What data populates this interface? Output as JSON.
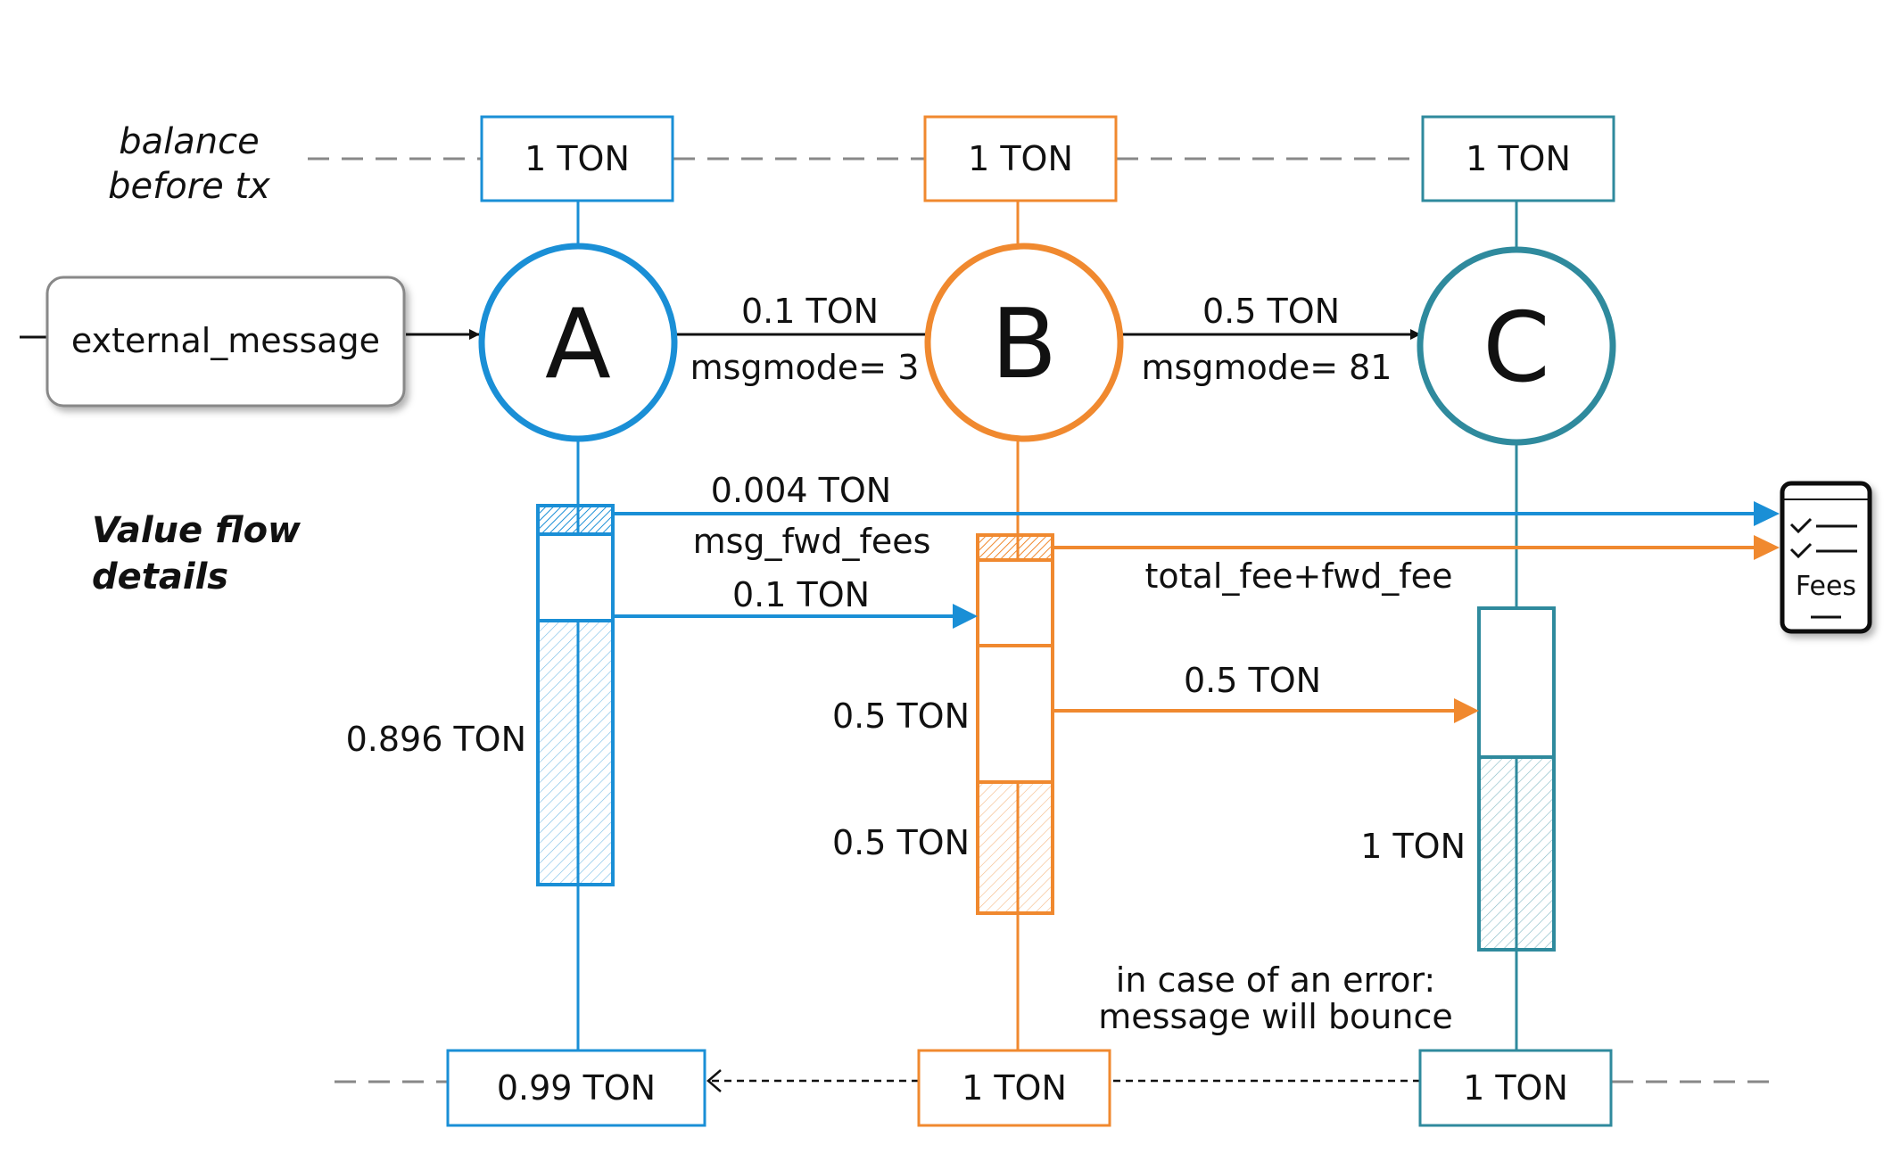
{
  "colors": {
    "a": "#1a8fd6",
    "b": "#f0892f",
    "c": "#2f8a9d",
    "dash": "#888888",
    "black": "#111111"
  },
  "labels": {
    "balance_before_1": "balance",
    "balance_before_2": "before tx",
    "value_flow_1": "Value flow",
    "value_flow_2": "details",
    "external_message": "external_message",
    "bounce_1": "in case of an error:",
    "bounce_2": "message will bounce",
    "fees": "Fees"
  },
  "nodes": {
    "a": {
      "letter": "A",
      "before": "1 TON",
      "after": "0.99 TON"
    },
    "b": {
      "letter": "B",
      "before": "1 TON",
      "after": "1 TON"
    },
    "c": {
      "letter": "C",
      "before": "1 TON",
      "after": "1 TON"
    }
  },
  "messages": {
    "ab_value": "0.1 TON",
    "ab_mode": "msgmode= 3",
    "bc_value": "0.5 TON",
    "bc_mode": "msgmode= 81"
  },
  "flows": {
    "a_fee_value": "0.004 TON",
    "a_fee_label": "msg_fwd_fees",
    "a_to_b": "0.1 TON",
    "a_remaining": "0.896 TON",
    "b_fee_label": "total_fee+fwd_fee",
    "b_to_c": "0.5 TON",
    "b_mid": "0.5 TON",
    "b_remaining": "0.5 TON",
    "c_remaining": "1 TON"
  }
}
